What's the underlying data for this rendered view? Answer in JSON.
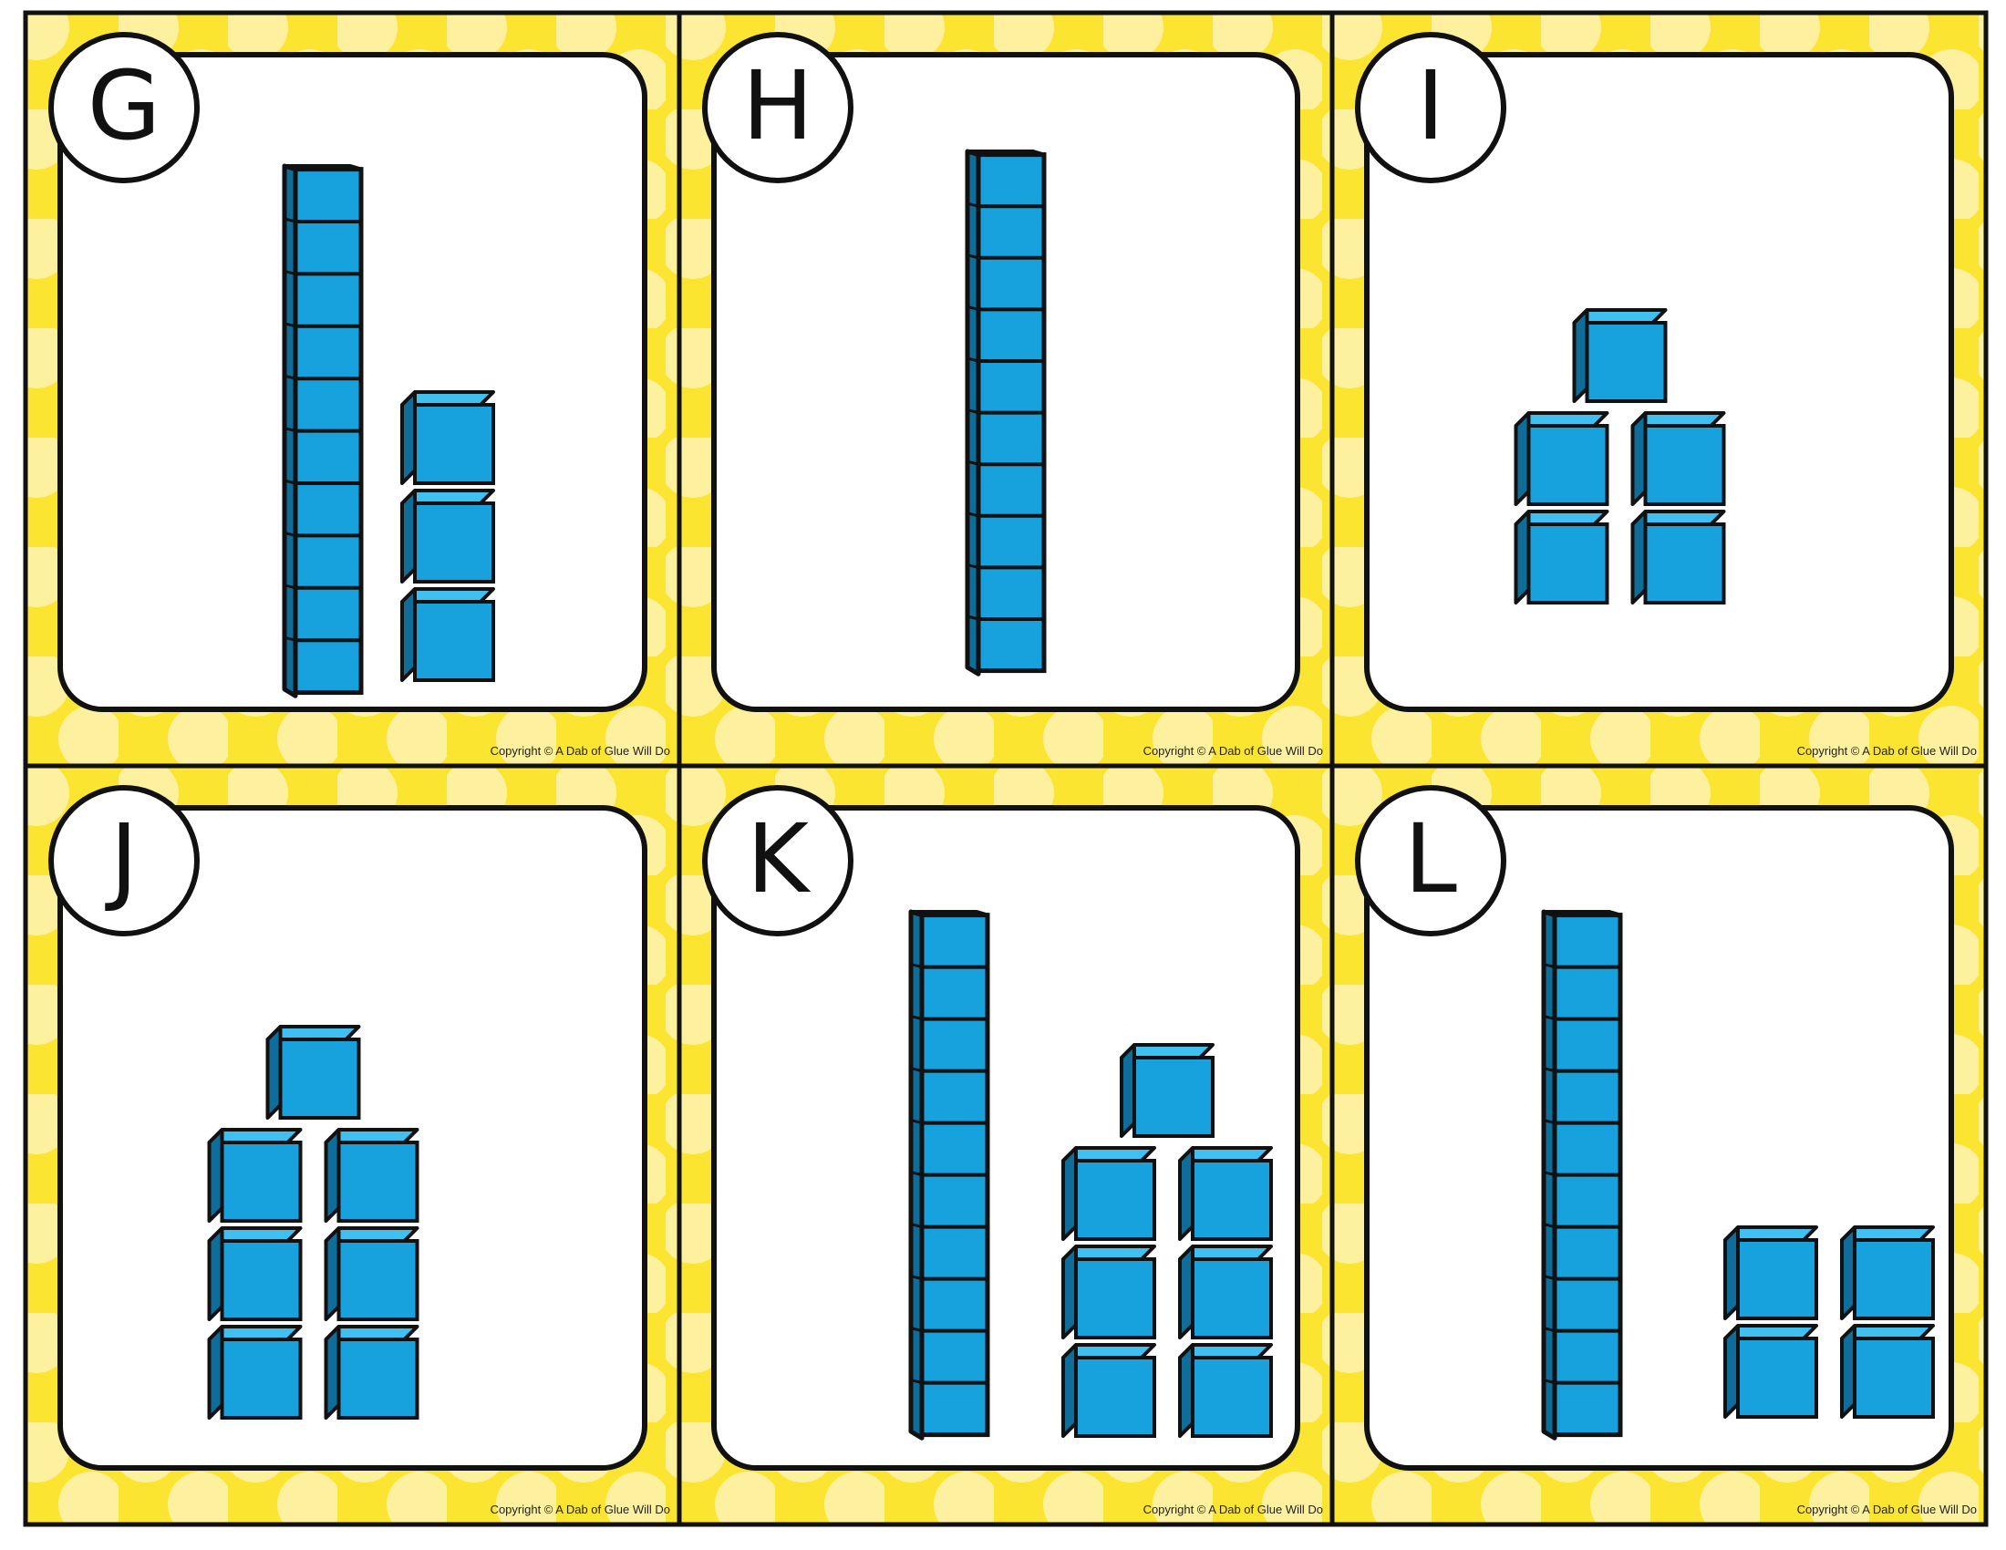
{
  "page": {
    "colors": {
      "card_background": "#FCE531",
      "polka_dot": "#FDF1A0",
      "border": "#111111",
      "panel": "#FFFFFF",
      "block_fill": "#17A2DE",
      "block_shade": "#0E6E99"
    },
    "copyright": "Copyright © A Dab of Glue Will Do"
  },
  "cards": [
    {
      "letter": "G",
      "tens": 1,
      "ones": 3
    },
    {
      "letter": "H",
      "tens": 1,
      "ones": 0
    },
    {
      "letter": "I",
      "tens": 0,
      "ones": 5
    },
    {
      "letter": "J",
      "tens": 0,
      "ones": 7
    },
    {
      "letter": "K",
      "tens": 1,
      "ones": 7
    },
    {
      "letter": "L",
      "tens": 1,
      "ones": 4
    }
  ]
}
